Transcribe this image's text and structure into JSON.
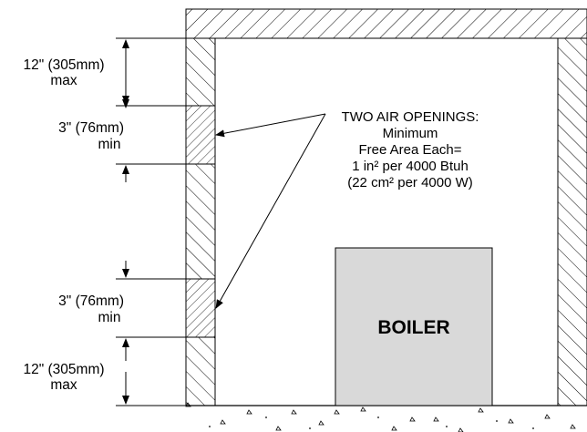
{
  "dimensions": {
    "top_clearance": {
      "value": "12\" (305mm)",
      "limit": "max"
    },
    "upper_opening": {
      "value": "3\" (76mm)",
      "limit": "min"
    },
    "lower_opening": {
      "value": "3\" (76mm)",
      "limit": "min"
    },
    "bottom_clearance": {
      "value": "12\" (305mm)",
      "limit": "max"
    }
  },
  "note": {
    "line1": "TWO AIR OPENINGS:",
    "line2": "Minimum",
    "line3": "Free Area Each=",
    "line4": "1 in² per 4000 Btuh",
    "line5": "(22 cm² per 4000 W)"
  },
  "boiler": {
    "label": "BOILER",
    "fill": "#d9d9d9"
  },
  "colors": {
    "line": "#000000",
    "background": "#ffffff"
  }
}
